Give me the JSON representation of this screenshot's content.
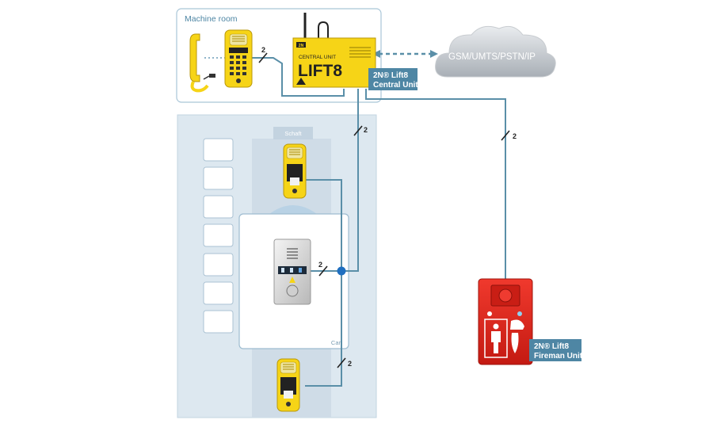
{
  "machine_room": {
    "label": "Machine room"
  },
  "shaft": {
    "label": "Schaft"
  },
  "car": {
    "label": "Car"
  },
  "cloud": {
    "label": "GSM/UMTS/PSTN/IP"
  },
  "central_unit": {
    "tag_line1": "2N® Lift8",
    "tag_line2": "Central Unit",
    "body_small": "CENTRAL UNIT",
    "body_logo": "LIFT8",
    "brand": "2N"
  },
  "fireman_unit": {
    "tag_line1": "2N® Lift8",
    "tag_line2": "Fireman Unit"
  },
  "wire_labels": {
    "handset": "2",
    "central_down": "2",
    "fireman": "2",
    "car_panel": "2",
    "bottom_unit": "2"
  },
  "colors": {
    "line": "#5a8fa8",
    "tag_bg": "#4e86a4",
    "yellow": "#f6d417",
    "red": "#e0231b",
    "shaft_bg": "#dde8f0",
    "junction": "#1f6fc0"
  },
  "icons": {
    "cloud": "cloud-icon",
    "antenna": "antenna-icon",
    "handset": "telephone-handset-icon",
    "alarm_button": "alarm-bell-icon",
    "fireman": "fireman-icon"
  }
}
